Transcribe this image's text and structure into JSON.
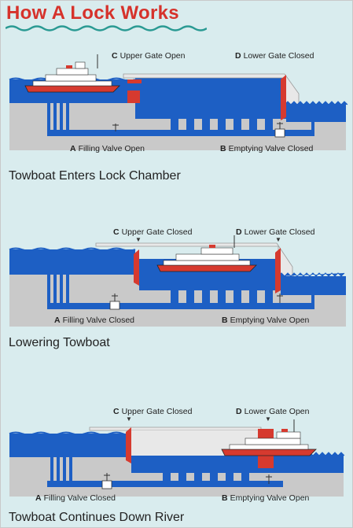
{
  "title": "How A Lock Works",
  "colors": {
    "water": "#1d5fc4",
    "concrete": "#c9c9c9",
    "chamber_empty": "#e6e6e6",
    "gate": "#d63a2f",
    "title": "#d6322b",
    "background": "#d9ecee"
  },
  "panels": [
    {
      "caption": "Towboat Enters Lock Chamber",
      "gate_upper": {
        "letter": "C",
        "text": "Upper Gate Open"
      },
      "gate_lower": {
        "letter": "D",
        "text": "Lower Gate Closed"
      },
      "valve_filling": {
        "letter": "A",
        "text": "Filling Valve Open"
      },
      "valve_emptying": {
        "letter": "B",
        "text": "Emptying Valve Closed"
      }
    },
    {
      "caption": "Lowering Towboat",
      "gate_upper": {
        "letter": "C",
        "text": "Upper Gate Closed"
      },
      "gate_lower": {
        "letter": "D",
        "text": "Lower Gate Closed"
      },
      "valve_filling": {
        "letter": "A",
        "text": "Filling Valve Closed"
      },
      "valve_emptying": {
        "letter": "B",
        "text": "Emptying Valve Open"
      }
    },
    {
      "caption": "Towboat Continues Down River",
      "gate_upper": {
        "letter": "C",
        "text": "Upper Gate Closed"
      },
      "gate_lower": {
        "letter": "D",
        "text": "Lower Gate Open"
      },
      "valve_filling": {
        "letter": "A",
        "text": "Filling Valve Closed"
      },
      "valve_emptying": {
        "letter": "B",
        "text": "Emptying Valve Open"
      }
    }
  ]
}
